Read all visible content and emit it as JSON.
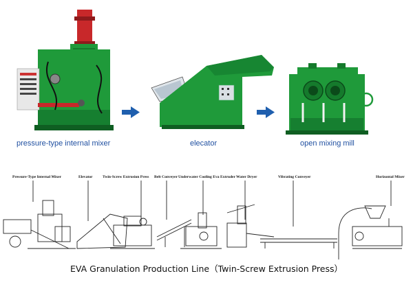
{
  "top_machines": [
    {
      "id": "mixer",
      "caption": "pressure-type internal mixer",
      "icon": "internal-mixer-icon"
    },
    {
      "id": "elevator",
      "caption": "elecator",
      "icon": "elevator-icon"
    },
    {
      "id": "mill",
      "caption": "open mixing mill",
      "icon": "mixing-mill-icon"
    }
  ],
  "line_labels": [
    "Pressure-Type Internal Mixer",
    "Elevator",
    "Twin-Screw Extrusion Press",
    "Belt Conveyer",
    "Underwater Cooling Eva Extruder",
    "Water Dryer",
    "Vibrating Conveyer",
    "Horizontal Mixer"
  ],
  "title": "EVA Granulation Production Line（Twin-Screw Extrusion Press）",
  "colors": {
    "machine_green": "#1f9a3a",
    "arrow_blue": "#1f5fae",
    "caption_blue": "#1f4fa0",
    "cylinder_red": "#c8282a"
  }
}
